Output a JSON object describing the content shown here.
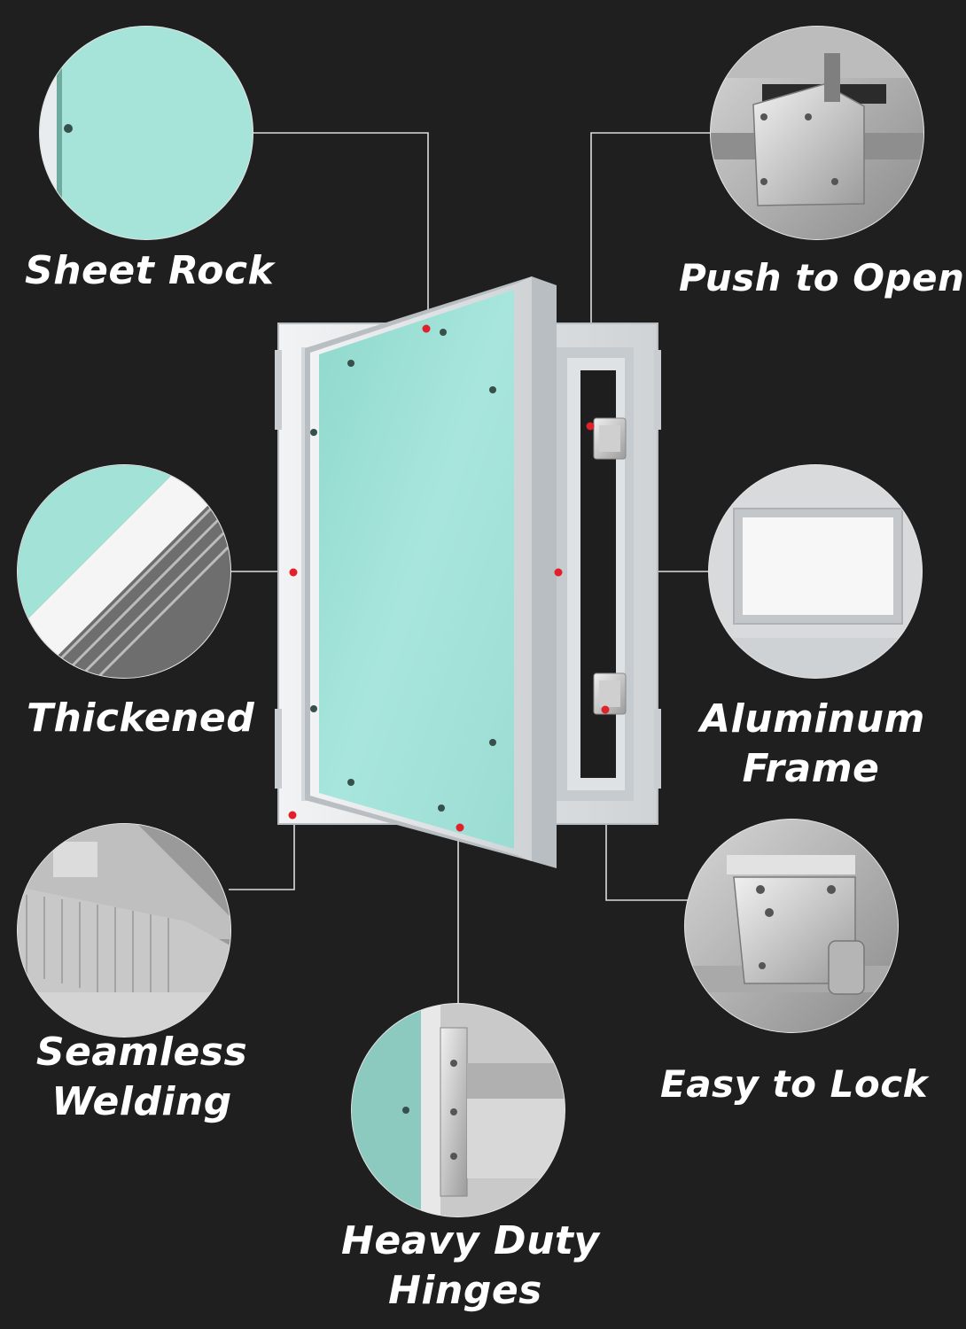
{
  "features": {
    "sheet_rock": "Sheet Rock",
    "push_to_open": "Push to Open",
    "thickened": "Thickened",
    "aluminum_frame_line1": "Aluminum",
    "aluminum_frame_line2": "Frame",
    "seamless_welding_line1": "Seamless",
    "seamless_welding_line2": "Welding",
    "easy_to_lock": "Easy to Lock",
    "heavy_duty_hinges_line1": "Heavy Duty",
    "heavy_duty_hinges_line2": "Hinges"
  },
  "colors": {
    "background": "#1f1f1f",
    "panel_green": "#9fe0d6",
    "frame_silver": "#e4e6e8",
    "marker_red": "#e0202a",
    "leader_line": "#dcdcdc"
  }
}
